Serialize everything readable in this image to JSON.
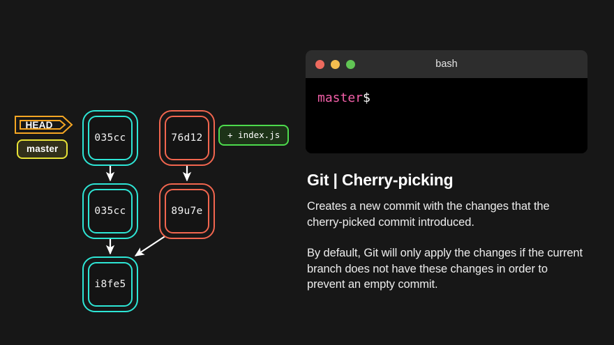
{
  "background_color": "#171717",
  "graph": {
    "head_pointer": {
      "label": "HEAD",
      "color": "#f5a623"
    },
    "branch_badge": {
      "label": "master",
      "border_color": "#e8e337",
      "fill_color": "#32301a"
    },
    "file_badge": {
      "label": "+ index.js",
      "border_color": "#4ddb4d",
      "fill_color": "#1d3318"
    },
    "colors": {
      "teal": "#2ee6d6",
      "red": "#f2664f",
      "arrow": "#ffffff"
    },
    "nodes": [
      {
        "id": "node-035cc-top",
        "label": "035cc",
        "color": "teal"
      },
      {
        "id": "node-76d12",
        "label": "76d12",
        "color": "red"
      },
      {
        "id": "node-035cc-mid",
        "label": "035cc",
        "color": "teal"
      },
      {
        "id": "node-89u7e",
        "label": "89u7e",
        "color": "red"
      },
      {
        "id": "node-i8fe5",
        "label": "i8fe5",
        "color": "teal"
      }
    ],
    "edges": [
      {
        "from": "node-035cc-top",
        "to": "node-035cc-mid",
        "style": "straight"
      },
      {
        "from": "node-76d12",
        "to": "node-89u7e",
        "style": "straight"
      },
      {
        "from": "node-035cc-mid",
        "to": "node-i8fe5",
        "style": "straight"
      },
      {
        "from": "node-89u7e",
        "to": "node-i8fe5",
        "style": "diagonal"
      }
    ]
  },
  "terminal": {
    "title": "bash",
    "traffic_lights": [
      {
        "name": "close",
        "color": "#ed6a5e"
      },
      {
        "name": "minimize",
        "color": "#f4bd4f"
      },
      {
        "name": "maximize",
        "color": "#61c554"
      }
    ],
    "prompt": {
      "branch": "master",
      "sigil": "$",
      "branch_color": "#f25fa8"
    }
  },
  "copy": {
    "heading": "Git | Cherry-picking",
    "paragraphs": [
      "Creates a new commit with the changes that the cherry-picked commit introduced.",
      "By default, Git will only apply the changes if the current branch does not have these changes in order to prevent an empty commit."
    ]
  }
}
